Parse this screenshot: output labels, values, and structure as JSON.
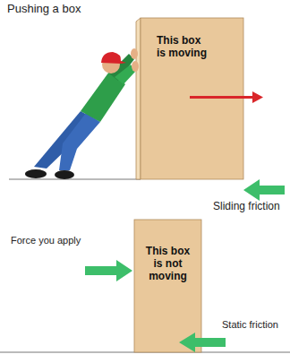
{
  "diagram": {
    "title": "Pushing a box",
    "nodes": [
      {
        "text": [
          "This box is moving"
        ]
      },
      {
        "text": [
          "This box is not moving"
        ]
      }
    ],
    "labels": [
      "Sliding friction",
      "Force you apply",
      "Static friction"
    ]
  }
}
